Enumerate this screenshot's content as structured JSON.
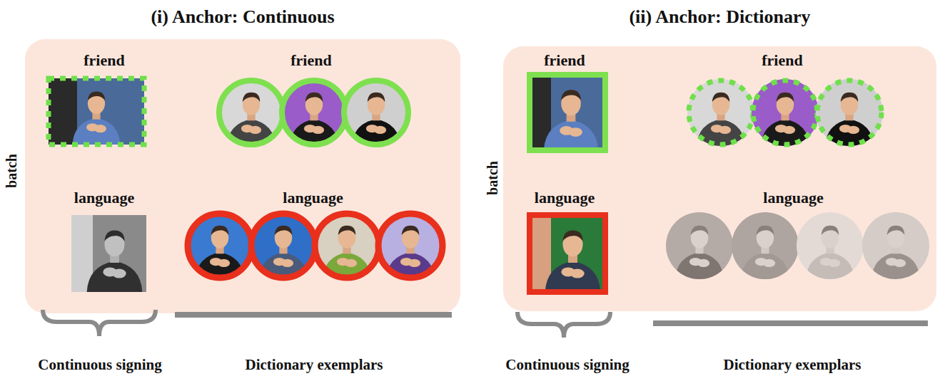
{
  "diagram": {
    "nodes": [
      {
        "text": [
          "(i) Anchor: Continuous"
        ]
      },
      {
        "text": [
          "friend"
        ],
        "in": 0
      },
      {
        "text": [
          "friend"
        ],
        "in": 0
      },
      {
        "text": [
          "language"
        ],
        "in": 0
      },
      {
        "text": [
          "language"
        ],
        "in": 0
      },
      {
        "text": [
          "(ii) Anchor: Dictionary"
        ]
      },
      {
        "text": [
          "friend"
        ],
        "in": 5
      },
      {
        "text": [
          "friend"
        ],
        "in": 5
      },
      {
        "text": [
          "language"
        ],
        "in": 5
      },
      {
        "text": [
          "language"
        ],
        "in": 5
      }
    ],
    "labels": [
      "batch",
      "Continuous signing",
      "Dictionary exemplars",
      "batch",
      "Continuous signing",
      "Dictionary exemplars"
    ]
  }
}
